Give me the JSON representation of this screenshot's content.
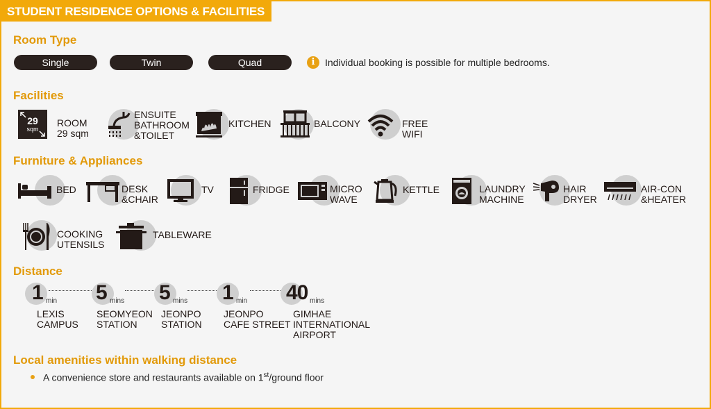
{
  "banner": "STUDENT RESIDENCE OPTIONS & FACILITIES",
  "room_type": {
    "heading": "Room Type",
    "options": [
      "Single",
      "Twin",
      "Quad"
    ],
    "note": "Individual booking is possible for multiple bedrooms.",
    "note_icon": "info-icon"
  },
  "facilities": {
    "heading": "Facilities",
    "room_size": {
      "value": "29",
      "unit": "sqm"
    },
    "items": [
      {
        "label": "ROOM\n29 sqm",
        "icon": "room-size-icon"
      },
      {
        "label": "ENSUITE\nBATHROOM\n&TOILET",
        "icon": "shower-icon"
      },
      {
        "label": "KITCHEN",
        "icon": "stove-icon"
      },
      {
        "label": "BALCONY",
        "icon": "balcony-icon"
      },
      {
        "label": "FREE\nWIFI",
        "icon": "wifi-icon"
      }
    ]
  },
  "furniture": {
    "heading": "Furniture & Appliances",
    "items": [
      {
        "label": "BED",
        "icon": "bed-icon"
      },
      {
        "label": "DESK\n&CHAIR",
        "icon": "desk-icon"
      },
      {
        "label": "TV",
        "icon": "tv-icon"
      },
      {
        "label": "FRIDGE",
        "icon": "fridge-icon"
      },
      {
        "label": "MICRO\nWAVE",
        "icon": "microwave-icon"
      },
      {
        "label": "KETTLE",
        "icon": "kettle-icon"
      },
      {
        "label": "LAUNDRY\nMACHINE",
        "icon": "washing-machine-icon"
      },
      {
        "label": "HAIR\nDRYER",
        "icon": "hair-dryer-icon"
      },
      {
        "label": "AIR-CON\n&HEATER",
        "icon": "air-conditioner-icon"
      },
      {
        "label": "COOKING\nUTENSILS",
        "icon": "utensils-icon"
      },
      {
        "label": "TABLEWARE",
        "icon": "pot-icon"
      }
    ]
  },
  "distance": {
    "heading": "Distance",
    "stops": [
      {
        "value": "1",
        "unit": "min",
        "label": "LEXIS\nCAMPUS"
      },
      {
        "value": "5",
        "unit": "mins",
        "label": "SEOMYEON\nSTATION"
      },
      {
        "value": "5",
        "unit": "mins",
        "label": "JEONPO\nSTATION"
      },
      {
        "value": "1",
        "unit": "min",
        "label": "JEONPO\nCAFE STREET"
      },
      {
        "value": "40",
        "unit": "mins",
        "label": "GIMHAE\nINTERNATIONAL\nAIRPORT"
      }
    ]
  },
  "amenities": {
    "heading": "Local amenities within walking distance",
    "text_before": "A convenience store and restaurants available on 1",
    "superscript": "st",
    "text_after": "/ground floor"
  },
  "colors": {
    "accent": "#f2a90a",
    "dark": "#2a211e",
    "circle": "#cfcfcf"
  }
}
